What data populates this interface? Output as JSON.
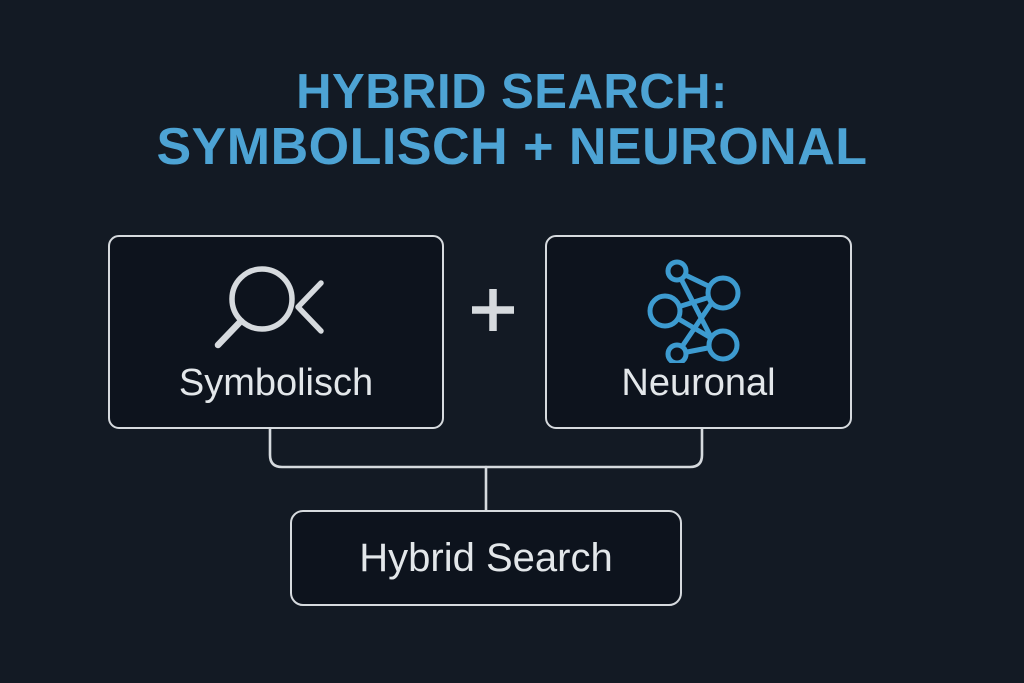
{
  "title": {
    "line1": "HYBRID SEARCH:",
    "line2": "SYMBOLISCH + NEURONAL",
    "color": "#4da3d4"
  },
  "theme": {
    "background": "#131a24",
    "card_background": "#0d131d",
    "border": "#d6dade",
    "text": "#e3e7ea",
    "accent_blue": "#3d9bd0"
  },
  "operator": {
    "symbol": "+",
    "name": "plus-sign",
    "color": "#d6dade"
  },
  "cards": [
    {
      "id": "symbolic",
      "label": "Symbolisch",
      "icon": "magnifier-chevron-icon",
      "icon_color": "#d6dade"
    },
    {
      "id": "neural",
      "label": "Neuronal",
      "icon": "neural-network-icon",
      "icon_color": "#3d9bd0"
    }
  ],
  "result": {
    "label": "Hybrid Search"
  },
  "chart_data": {
    "type": "diagram",
    "title": "HYBRID SEARCH: SYMBOLISCH + NEURONAL",
    "nodes": [
      {
        "id": "symbolic",
        "label": "Symbolisch",
        "icon": "magnifier-chevron-icon"
      },
      {
        "id": "neural",
        "label": "Neuronal",
        "icon": "neural-network-icon"
      },
      {
        "id": "hybrid",
        "label": "Hybrid Search",
        "icon": "none"
      }
    ],
    "operators": [
      {
        "between": [
          "symbolic",
          "neural"
        ],
        "symbol": "+"
      }
    ],
    "edges": [
      {
        "from": "symbolic",
        "to": "hybrid"
      },
      {
        "from": "neural",
        "to": "hybrid"
      }
    ]
  }
}
